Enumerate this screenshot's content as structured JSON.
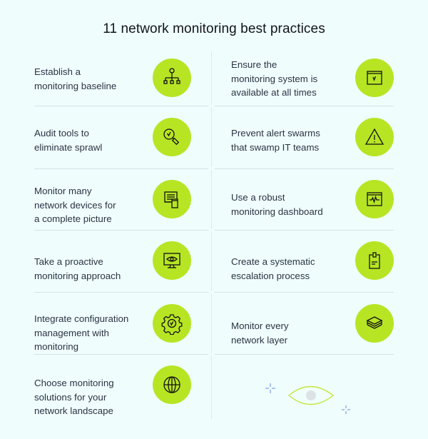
{
  "title": "11 network monitoring best practices",
  "colors": {
    "background": "#effdfd",
    "accent": "#b7e524",
    "divider": "#d6e2e5",
    "text": "#2b3343"
  },
  "left_column": [
    {
      "label": "Establish a\nmonitoring baseline",
      "icon": "hierarchy-icon"
    },
    {
      "label": "Audit tools to\neliminate sprawl",
      "icon": "magnifier-check-icon"
    },
    {
      "label": "Monitor many\nnetwork devices for\na complete picture",
      "icon": "devices-icon"
    },
    {
      "label": "Take a proactive\nmonitoring approach",
      "icon": "monitor-eye-icon"
    },
    {
      "label": "Integrate configuration\nmanagement with\nmonitoring",
      "icon": "gear-check-icon"
    },
    {
      "label": "Choose monitoring\nsolutions for your\nnetwork landscape",
      "icon": "globe-icon"
    }
  ],
  "right_column": [
    {
      "label": "Ensure the\nmonitoring system is\navailable at all times",
      "icon": "window-check-icon"
    },
    {
      "label": "Prevent alert swarms\nthat swamp IT teams",
      "icon": "warning-icon"
    },
    {
      "label": "Use a robust\nmonitoring dashboard",
      "icon": "dashboard-pulse-icon"
    },
    {
      "label": "Create a systematic\nescalation process",
      "icon": "clipboard-icon"
    },
    {
      "label": "Monitor every\nnetwork layer",
      "icon": "layers-icon"
    }
  ],
  "decoration": {
    "icon": "eye-illustration-icon"
  }
}
